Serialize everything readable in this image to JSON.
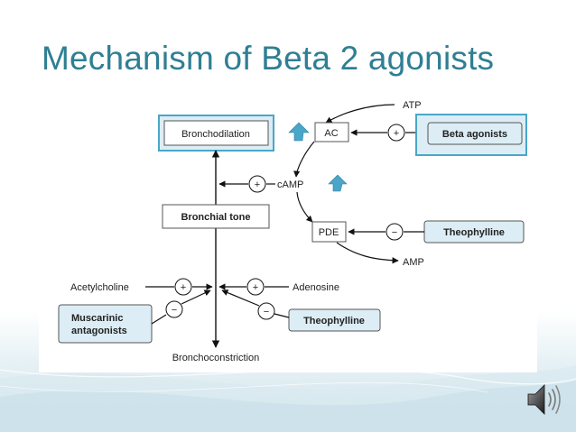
{
  "slide": {
    "title": "Mechanism of Beta 2 agonists",
    "accent_color": "#2f7f94",
    "highlight_color": "#4aa6c8"
  },
  "diagram": {
    "nodes": {
      "atp": "ATP",
      "ac": "AC",
      "beta_agonists": "Beta agonists",
      "bronchodilation": "Bronchodilation",
      "camp": "cAMP",
      "bronchial_tone": "Bronchial tone",
      "pde": "PDE",
      "theophylline_top": "Theophylline",
      "amp": "AMP",
      "acetylcholine": "Acetylcholine",
      "adenosine": "Adenosine",
      "muscarinic_antagonists_line1": "Muscarinic",
      "muscarinic_antagonists_line2": "antagonists",
      "theophylline_bottom": "Theophylline",
      "bronchoconstriction": "Bronchoconstriction"
    },
    "signs": {
      "plus": "+",
      "minus": "−"
    },
    "icons": {
      "increase": "up-arrow-icon",
      "audio": "speaker-icon"
    }
  }
}
